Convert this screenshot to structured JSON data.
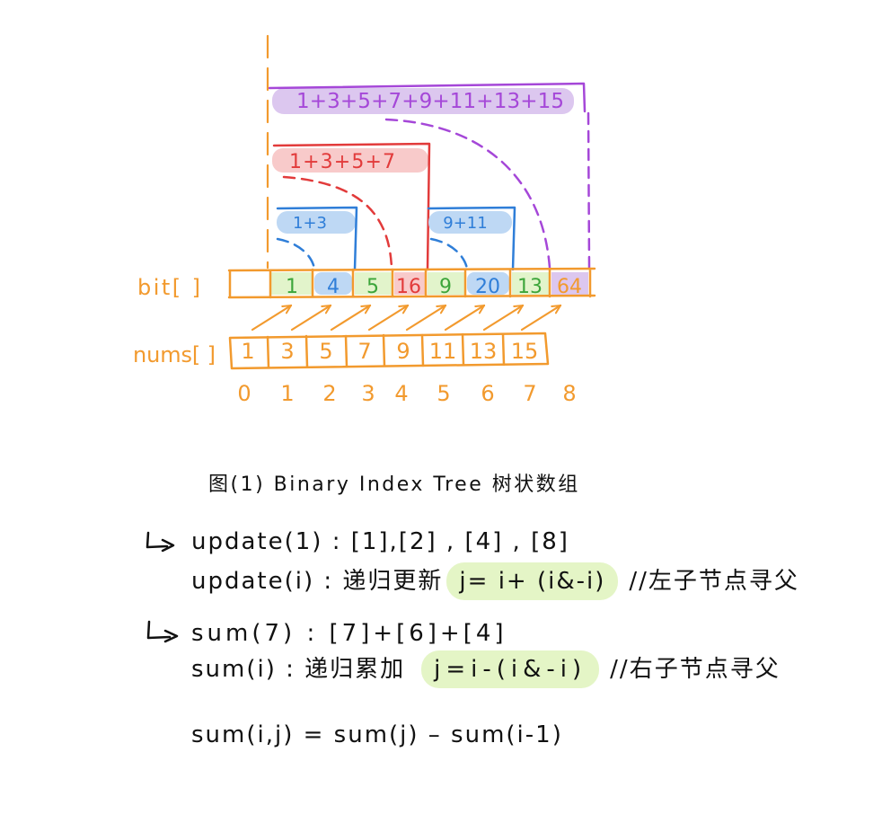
{
  "diagram": {
    "bars": [
      {
        "label": "1+3+5+7+9+11+13+15"
      },
      {
        "label": "1+3+5+7"
      },
      {
        "label": "1+3"
      },
      {
        "label": "9+11"
      }
    ],
    "bit": {
      "label": "bit[ ]",
      "cells": [
        "1",
        "4",
        "5",
        "16",
        "9",
        "20",
        "13",
        "64"
      ]
    },
    "nums": {
      "label": "nums[ ]",
      "cells": [
        "1",
        "3",
        "5",
        "7",
        "9",
        "11",
        "13",
        "15"
      ]
    },
    "indices": [
      "0",
      "1",
      "2",
      "3",
      "4",
      "5",
      "6",
      "7",
      "8"
    ]
  },
  "caption": "图(1) Binary Index Tree 树状数组",
  "notes": {
    "update_example": "update(1) : [1],[2] , [4] , [8]",
    "update_rule": "update(i) : 递归更新",
    "update_formula": "j= i+ (i&-i)",
    "update_comment": "//左子节点寻父",
    "sum_example": "sum(7) : [7]+[6]+[4]",
    "sum_rule": "sum(i) : 递归累加",
    "sum_formula": "j=i-(i&-i)",
    "sum_comment": "//右子节点寻父",
    "range_sum": "sum(i,j) = sum(j) – sum(i-1)"
  },
  "icons": {
    "update_bullet": "return-arrow-icon",
    "sum_bullet": "return-arrow-icon"
  },
  "colors": {
    "orange": "#f29a2e",
    "purple": "#a547d8",
    "purple_light": "#dcc7ef",
    "red": "#e23b3b",
    "red_light": "#f8caca",
    "blue": "#2f7ed8",
    "blue_light": "#bed8f4",
    "green": "#3ca53a",
    "green_light": "#e2f4cb",
    "highlight": "#e4f5c6",
    "ink": "#111111"
  }
}
